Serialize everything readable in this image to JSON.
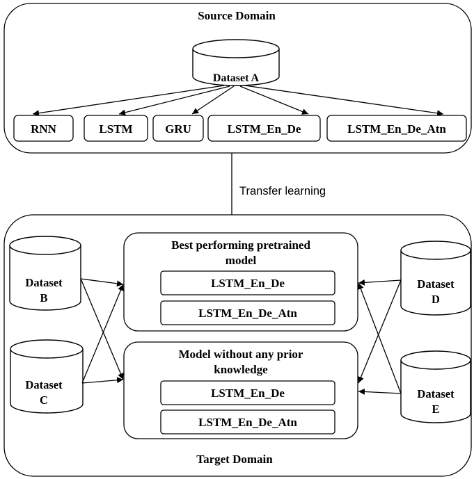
{
  "source_domain": {
    "title": "Source Domain",
    "dataset": "Dataset A",
    "models": [
      "RNN",
      "LSTM",
      "GRU",
      "LSTM_En_De",
      "LSTM_En_De_Atn"
    ]
  },
  "transfer_label": "Transfer learning",
  "target_domain": {
    "title": "Target Domain",
    "datasets_left": [
      {
        "line1": "Dataset",
        "line2": "B"
      },
      {
        "line1": "Dataset",
        "line2": "C"
      }
    ],
    "datasets_right": [
      {
        "line1": "Dataset",
        "line2": "D"
      },
      {
        "line1": "Dataset",
        "line2": "E"
      }
    ],
    "pretrained_group": {
      "title_line1": "Best performing pretrained",
      "title_line2": "model",
      "models": [
        "LSTM_En_De",
        "LSTM_En_De_Atn"
      ]
    },
    "scratch_group": {
      "title_line1": "Model without any prior",
      "title_line2": "knowledge",
      "models": [
        "LSTM_En_De",
        "LSTM_En_De_Atn"
      ]
    }
  }
}
